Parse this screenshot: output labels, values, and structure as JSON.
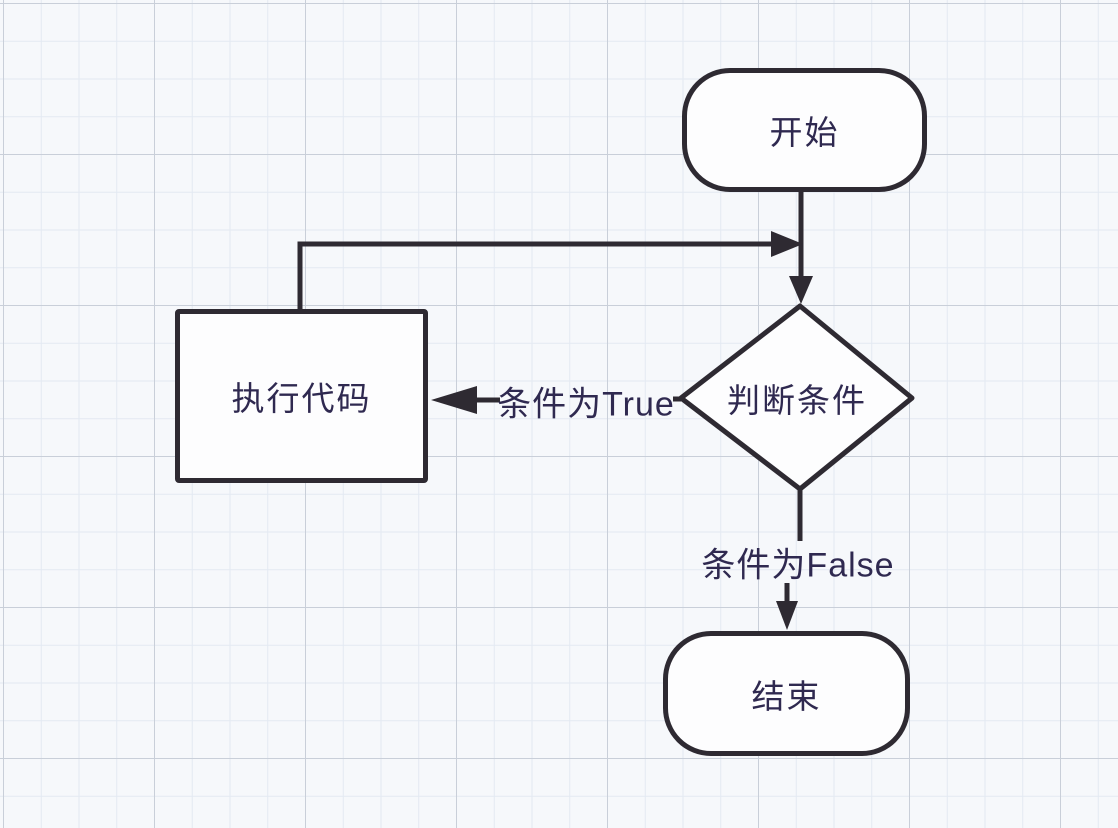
{
  "canvas": {
    "background_color": "#f6f8fb",
    "grid_minor_color": "#e3e9f2",
    "grid_major_color": "#c9cfd9"
  },
  "flowchart": {
    "stroke_color": "#2e2a32",
    "text_color": "#2f2950",
    "node_fill": "#fdfdfe",
    "nodes": {
      "start": {
        "type": "terminator",
        "label": "开始"
      },
      "decision": {
        "type": "decision",
        "label": "判断条件"
      },
      "process": {
        "type": "process",
        "label": "执行代码"
      },
      "end": {
        "type": "terminator",
        "label": "结束"
      }
    },
    "edges": {
      "start_to_decision": {
        "label": ""
      },
      "decision_to_process": {
        "label": "条件为True"
      },
      "process_to_decision": {
        "label": ""
      },
      "decision_to_end": {
        "label": "条件为False"
      }
    }
  }
}
